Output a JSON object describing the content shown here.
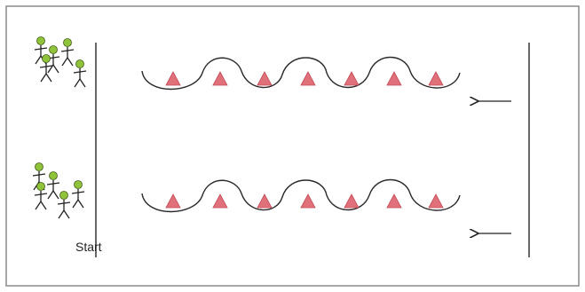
{
  "diagram": {
    "start_label": "Start",
    "colors": {
      "border": "#8a8a8a",
      "line": "#3a3a3a",
      "cone_fill": "#e0707a",
      "cone_stroke": "#c24a55",
      "player_head": "#8fc43a",
      "player_head_stroke": "#3f5a14",
      "player_body": "#222222"
    },
    "lanes": [
      {
        "name": "lane-1",
        "cone_count": 7,
        "player_group": "group-1",
        "arrow_direction": "left"
      },
      {
        "name": "lane-2",
        "cone_count": 7,
        "player_group": "group-2",
        "arrow_direction": "left"
      }
    ],
    "icons": {
      "player": "stick-figure-icon",
      "cone": "cone-icon",
      "arrow": "arrow-left-icon"
    }
  }
}
